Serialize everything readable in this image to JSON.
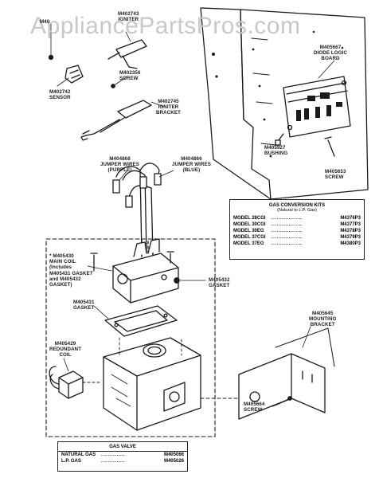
{
  "watermark": "AppliancePartsPros.com",
  "labels": {
    "part_top": "M40",
    "igniter": [
      "M402743",
      "IGNITER"
    ],
    "screw_top": [
      "M402356",
      "SCREW"
    ],
    "sensor": [
      "M402742",
      "SENSOR"
    ],
    "igniter_bracket": [
      "M402745",
      "IGNITER",
      "BRACKET"
    ],
    "diode_board": [
      "M405667",
      "DIODE LOGIC",
      "BOARD"
    ],
    "bushing": [
      "M405927",
      "BUSHING"
    ],
    "screw_right": [
      "M405653",
      "SCREW"
    ],
    "jumper_purple": [
      "M404868",
      "JUMPER WIRES",
      "(PURPLE)"
    ],
    "jumper_blue": [
      "M404866",
      "JUMPER WIRES",
      "(BLUE)"
    ],
    "main_coil": [
      "* M405430",
      "MAIN COIL",
      "(Includes",
      "M405431 GASKET",
      "and M405432",
      "GASKET)"
    ],
    "gasket_right": [
      "M405432",
      "GASKET"
    ],
    "gasket_mid": [
      "M405431",
      "GASKET"
    ],
    "redundant_coil": [
      "M405429",
      "REDUNDANT",
      "COIL"
    ],
    "mounting_bracket": [
      "M405645",
      "MOUNTING",
      "BRACKET"
    ],
    "screw_bottom": [
      "M405664",
      "SCREW"
    ]
  },
  "conversion_kits": {
    "title": "GAS CONVERSION KITS",
    "subtitle": "(Natural to L.P. Gas)",
    "rows": [
      {
        "model": "MODEL 28CGI",
        "part": "M4376P3"
      },
      {
        "model": "MODEL 30CGI",
        "part": "M4377P3"
      },
      {
        "model": "MODEL 30EG",
        "part": "M4378P3"
      },
      {
        "model": "MODEL 37CGI",
        "part": "M4379P3"
      },
      {
        "model": "MODEL 37EG",
        "part": "M4380P3"
      }
    ]
  },
  "gas_valve": {
    "title": "GAS VALVE",
    "rows": [
      {
        "type": "NATURAL GAS",
        "part": "M405066"
      },
      {
        "type": "L.P. GAS",
        "part": "M405026"
      }
    ]
  }
}
